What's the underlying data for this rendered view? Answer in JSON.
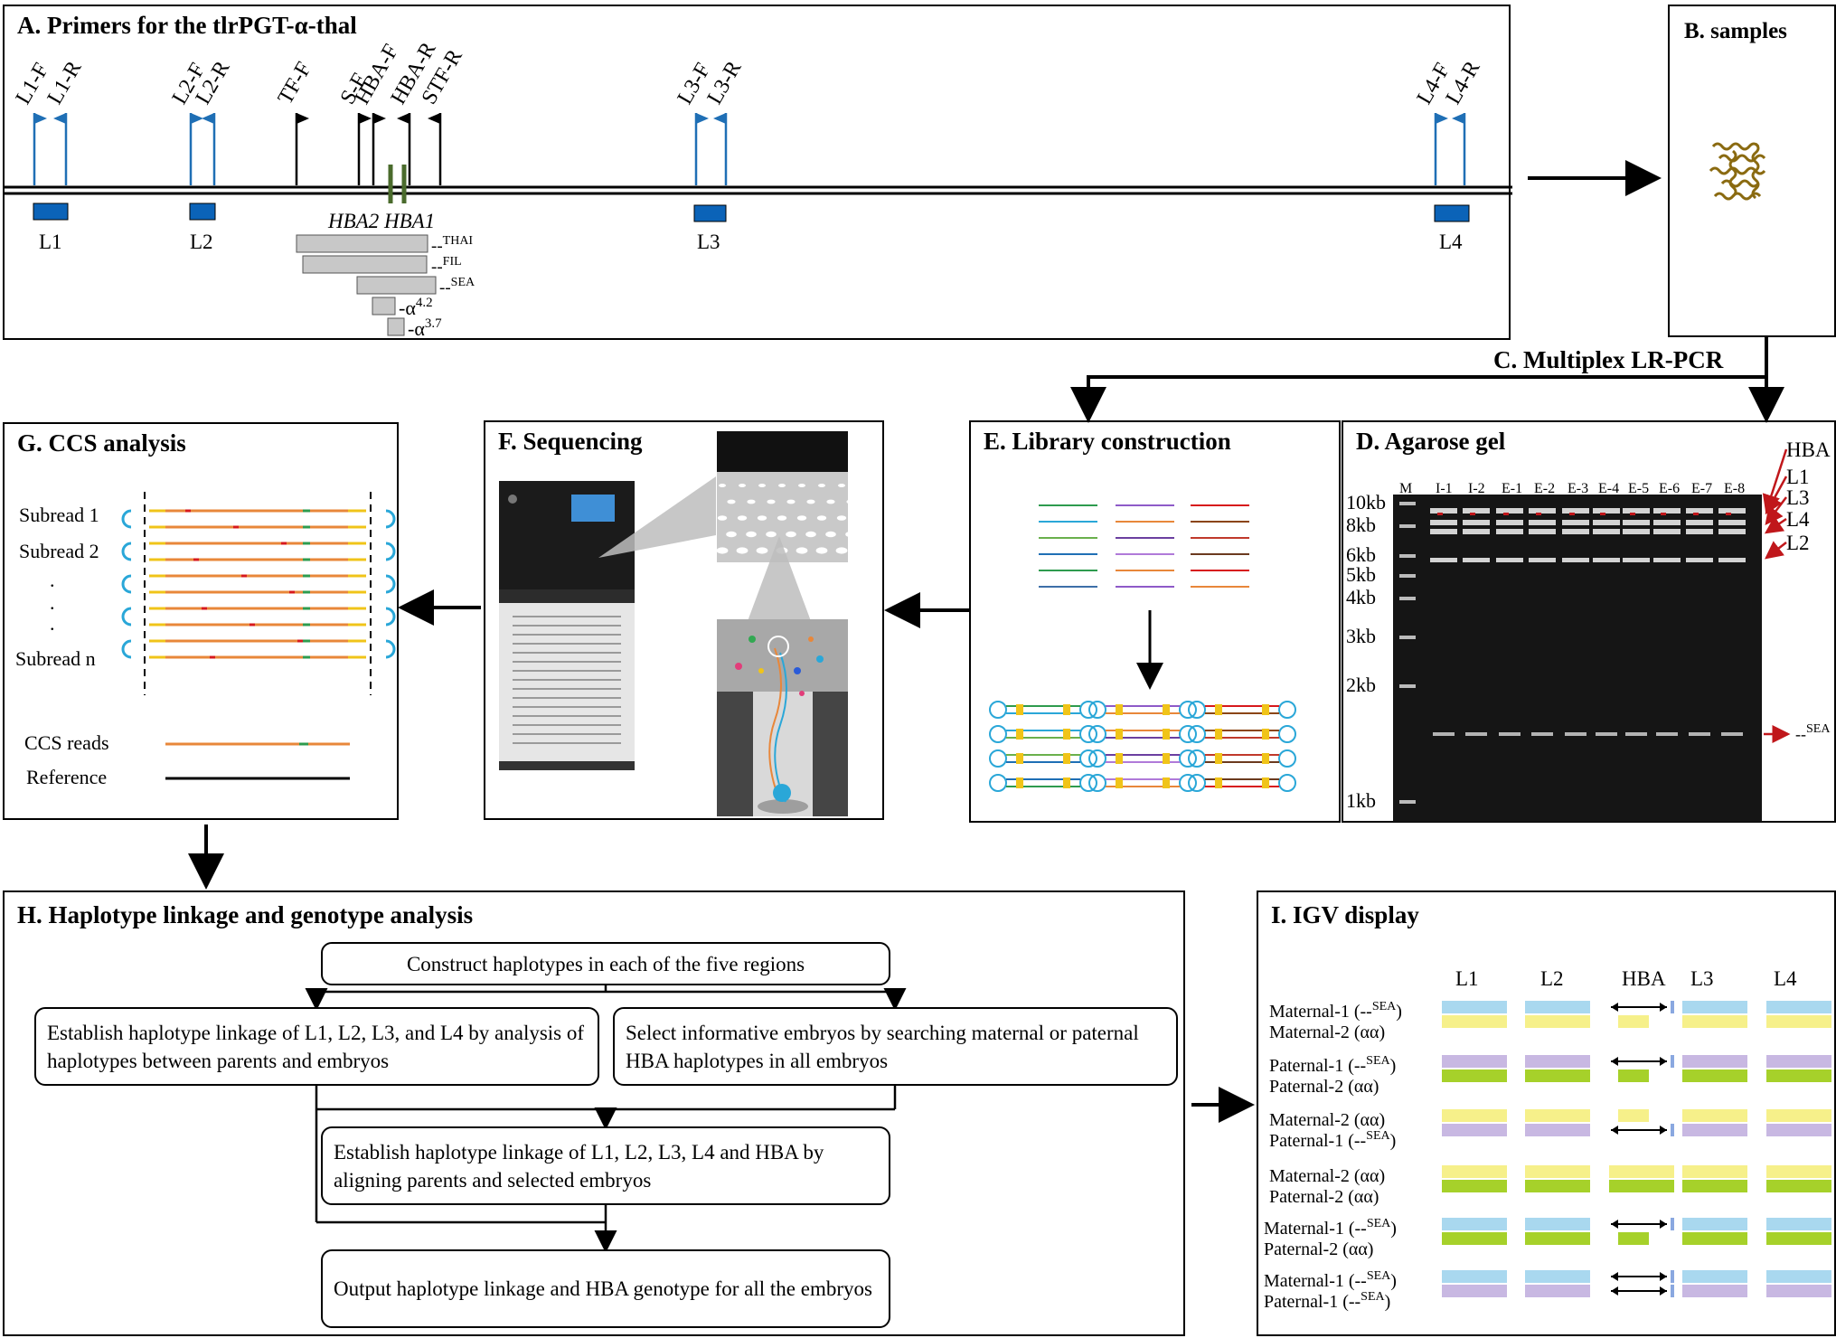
{
  "panels": {
    "a": "A. Primers for the tlrPGT-α-thal",
    "b": "B. samples",
    "c": "C. Multiplex LR-PCR",
    "d": "D. Agarose gel",
    "e": "E. Library construction",
    "f": "F. Sequencing",
    "g": "G. CCS analysis",
    "h": "H. Haplotype linkage and genotype  analysis",
    "i": "I. IGV display"
  },
  "primers": {
    "blue": [
      "L1-F",
      "L1-R",
      "L2-F",
      "L2-R",
      "L3-F",
      "L3-R",
      "L4-F",
      "L4-R"
    ],
    "black": [
      "TF-F",
      "S-F",
      "HBA-F",
      "HBA-R",
      "STF-R"
    ]
  },
  "regions": [
    "L1",
    "L2",
    "L3",
    "L4"
  ],
  "genes": "HBA2 HBA1",
  "deletions": [
    {
      "prefix": "--",
      "sup": "THAI"
    },
    {
      "prefix": "--",
      "sup": "FIL"
    },
    {
      "prefix": "--",
      "sup": "SEA"
    },
    {
      "prefix": "-α",
      "sup": "4.2"
    },
    {
      "prefix": "-α",
      "sup": "3.7"
    }
  ],
  "gel": {
    "lanes": [
      "M",
      "I-1",
      "I-2",
      "E-1",
      "E-2",
      "E-3",
      "E-4",
      "E-5",
      "E-6",
      "E-7",
      "E-8"
    ],
    "ladder": [
      "10kb",
      "8kb",
      "6kb",
      "5kb",
      "4kb",
      "3kb",
      "2kb",
      "1kb"
    ],
    "band_labels": [
      "HBA",
      "L1",
      "L3",
      "L4",
      "L2"
    ],
    "sea_prefix": "--",
    "sea_sup": "SEA"
  },
  "ccs": {
    "subreads": [
      "Subread 1",
      "Subread 2",
      ".",
      ".",
      ".",
      "Subread n"
    ],
    "legend": [
      "CCS reads",
      "Reference"
    ]
  },
  "flow": {
    "step1": "Construct haplotypes in each of the five regions",
    "step2a": "Establish haplotype linkage of L1, L2, L3, and L4 by analysis of haplotypes between parents and embryos",
    "step2b": "Select informative embryos by searching maternal or paternal HBA haplotypes in all embryos",
    "step3": "Establish haplotype linkage of L1, L2, L3, L4 and HBA by aligning parents and selected embryos",
    "step4": "Output haplotype linkage and HBA genotype for all the embryos"
  },
  "igv": {
    "columns": [
      "L1",
      "L2",
      "HBA",
      "L3",
      "L4"
    ],
    "rows": [
      {
        "a": "Maternal-1 (--",
        "a_sup": "SEA",
        "a_end": ")",
        "b": "Maternal-2 (αα)",
        "b_sup": "",
        "b_end": "",
        "top": "blue",
        "bottom": "yellow",
        "hba": "del-top"
      },
      {
        "a": "Paternal-1 (--",
        "a_sup": "SEA",
        "a_end": ")",
        "b": "Paternal-2 (αα)",
        "b_sup": "",
        "b_end": "",
        "top": "purple",
        "bottom": "green",
        "hba": "del-top"
      },
      {
        "a": "Maternal-2 (αα)",
        "a_sup": "",
        "a_end": "",
        "b": "Paternal-1 (--",
        "b_sup": "SEA",
        "b_end": ")",
        "top": "yellow",
        "bottom": "purple",
        "hba": "del-bottom"
      },
      {
        "a": "Maternal-2 (αα)",
        "a_sup": "",
        "a_end": "",
        "b": "Paternal-2 (αα)",
        "b_sup": "",
        "b_end": "",
        "top": "yellow",
        "bottom": "green",
        "hba": "none"
      },
      {
        "a": "Maternal-1 (--",
        "a_sup": "SEA",
        "a_end": ")",
        "b": "Paternal-2 (αα)",
        "b_sup": "",
        "b_end": "",
        "top": "blue",
        "bottom": "green",
        "hba": "del-top"
      },
      {
        "a": "Maternal-1 (--",
        "a_sup": "SEA",
        "a_end": ")",
        "b": "Paternal-1 (--",
        "b_sup": "SEA",
        "b_end": ")",
        "top": "blue",
        "bottom": "purple",
        "hba": "del-both"
      }
    ]
  },
  "colors": {
    "primer_blue": "#1f6fb5",
    "region_blue": "#0b63b8",
    "deletion_gray": "#c8c8c8",
    "gene_green": "#4a6b2c",
    "ccs_orange": "#e8873a",
    "hairpin_cyan": "#2aa7d8",
    "igv_blue": "#a9d8ef",
    "igv_yellow": "#f6f08a",
    "igv_purple": "#c8b8e2",
    "igv_green": "#a6d12a",
    "arrow_red": "#c0171b"
  }
}
